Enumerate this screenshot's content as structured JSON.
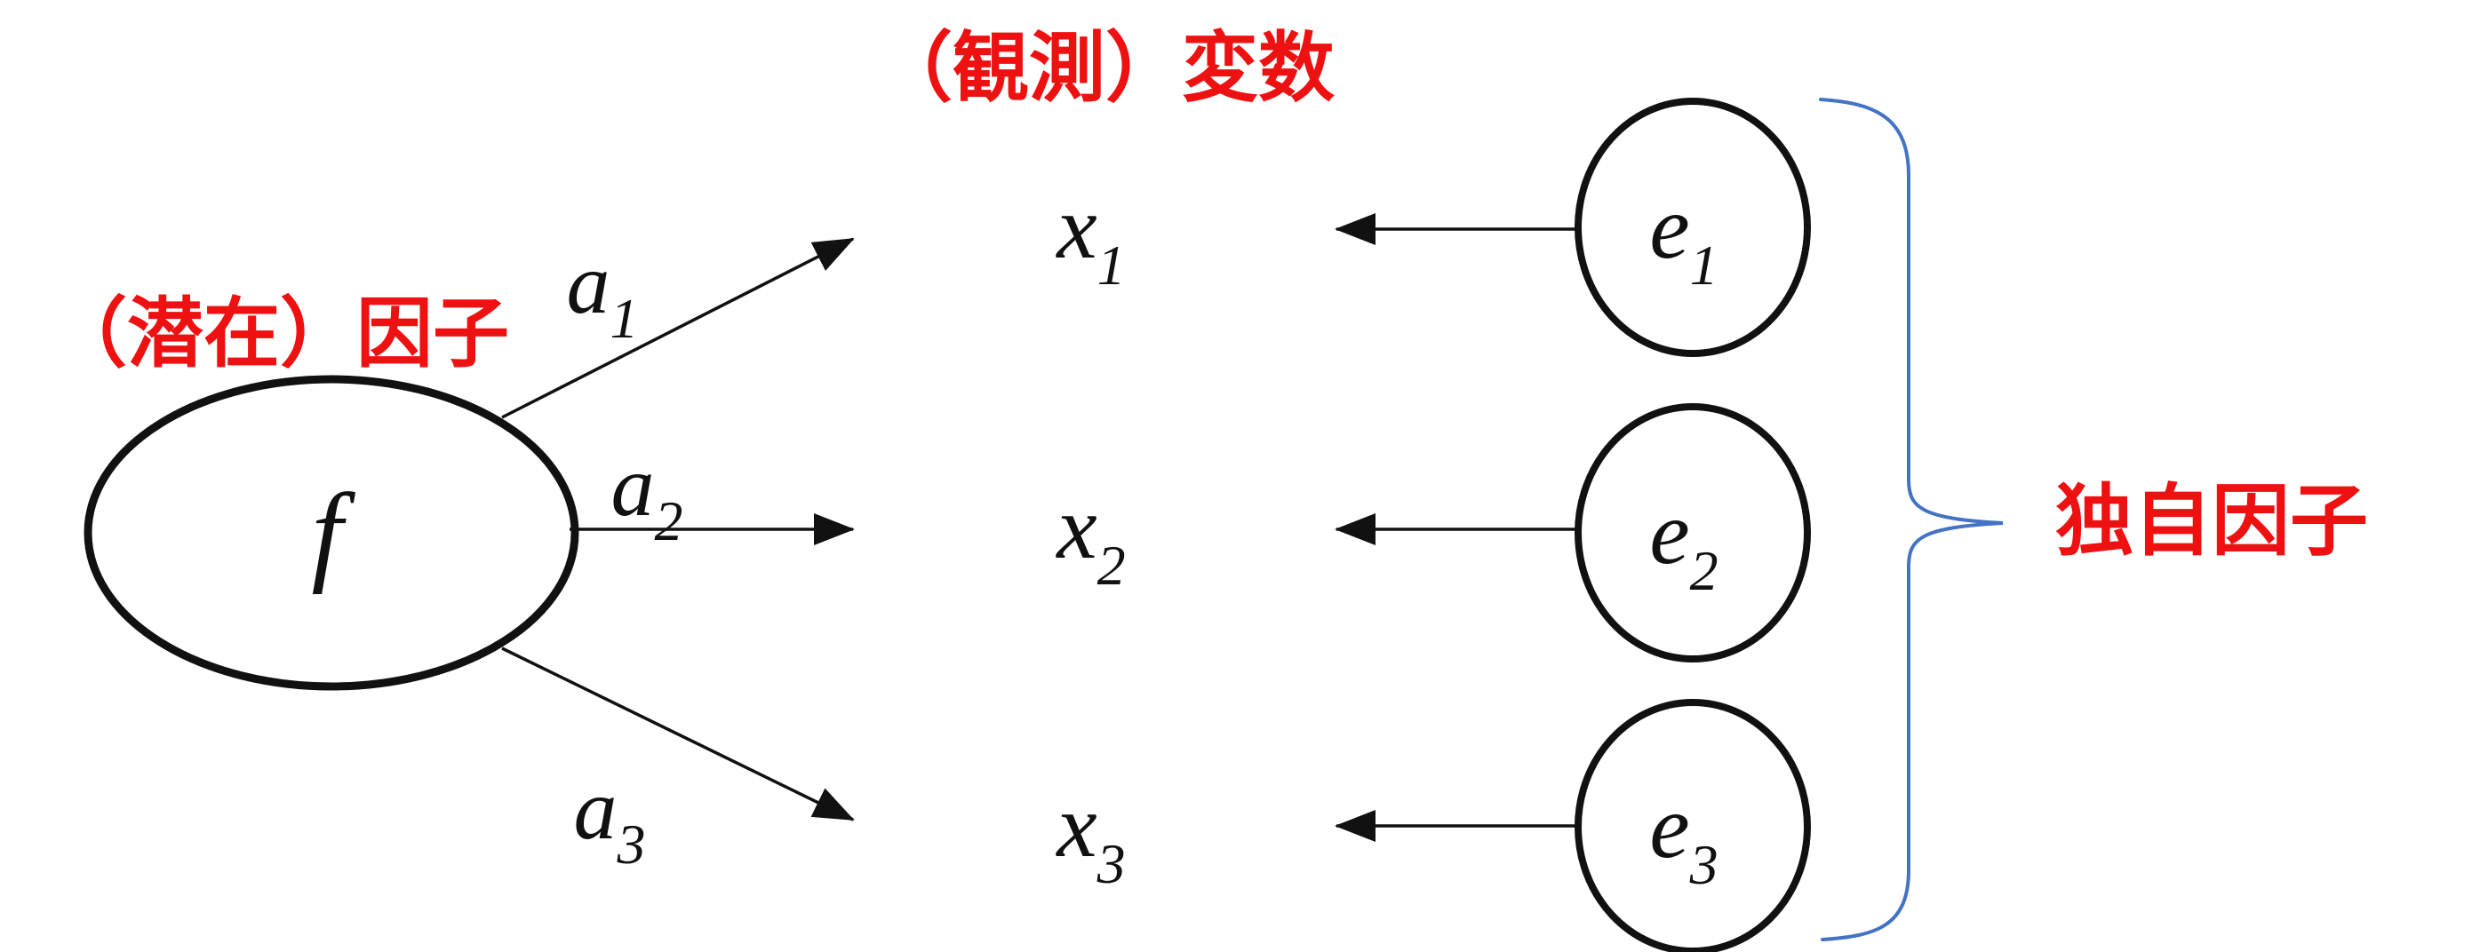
{
  "diagram": {
    "type": "factor-analysis-path-diagram",
    "annotations": {
      "latent_factor_title": "（潜在）因子",
      "observed_variables_title": "（観測）変数",
      "unique_factors_title": "独自因子"
    },
    "factor": {
      "label": "f"
    },
    "observed_variables": [
      {
        "label": "x",
        "sub": "1"
      },
      {
        "label": "x",
        "sub": "2"
      },
      {
        "label": "x",
        "sub": "3"
      }
    ],
    "error_terms": [
      {
        "label": "e",
        "sub": "1"
      },
      {
        "label": "e",
        "sub": "2"
      },
      {
        "label": "e",
        "sub": "3"
      }
    ],
    "loadings": [
      {
        "label": "a",
        "sub": "1"
      },
      {
        "label": "a",
        "sub": "2"
      },
      {
        "label": "a",
        "sub": "3"
      }
    ],
    "edges": [
      "f -> x1 (a1)",
      "f -> x2 (a2)",
      "f -> x3 (a3)",
      "e1 -> x1",
      "e2 -> x2",
      "e3 -> x3"
    ]
  },
  "colors": {
    "ink": "#111111",
    "red": "#EE1111",
    "blue": "#4472C4",
    "bg": "#FFFFFF"
  }
}
